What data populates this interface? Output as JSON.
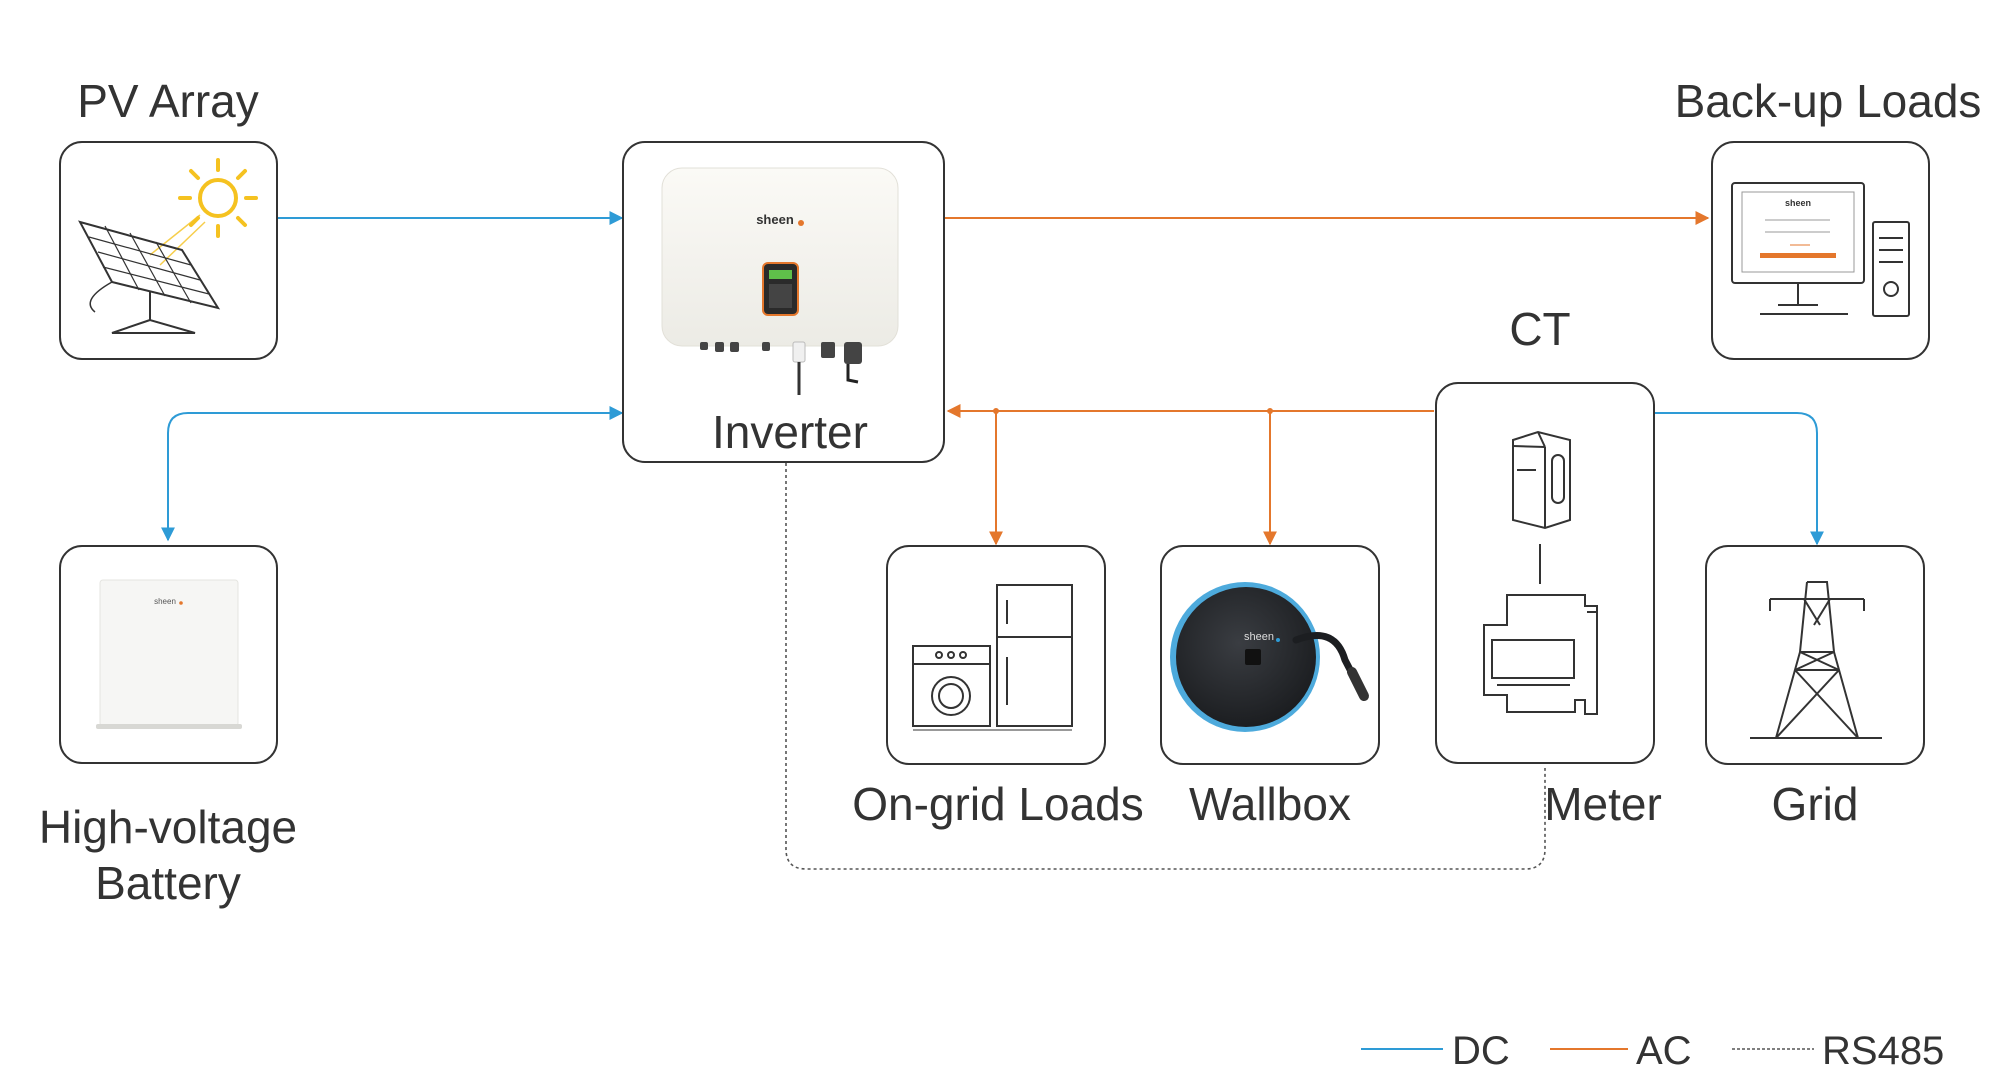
{
  "labels": {
    "pv_array": "PV Array",
    "inverter": "Inverter",
    "backup_loads": "Back-up Loads",
    "battery_line1": "High-voltage",
    "battery_line2": "Battery",
    "ongrid_loads": "On-grid Loads",
    "wallbox": "Wallbox",
    "ct": "CT",
    "meter": "Meter",
    "grid": "Grid"
  },
  "brand": "sheen",
  "legend": [
    {
      "label": "DC",
      "color": "#2e9bd6",
      "style": "solid"
    },
    {
      "label": "AC",
      "color": "#e4772c",
      "style": "solid"
    },
    {
      "label": "RS485",
      "color": "#555555",
      "style": "dotted"
    }
  ],
  "colors": {
    "dc": "#2e9bd6",
    "ac": "#e4772c",
    "rs485": "#555555",
    "sun": "#f5c220",
    "screen_accent": "#e4772c"
  },
  "icons": {
    "pv": "solar-panel-icon",
    "backup": "desktop-computer-icon",
    "battery": "battery-unit-icon",
    "ongrid": "appliances-icon",
    "wallbox": "ev-charger-icon",
    "meter": "meter-ct-icon",
    "grid": "transmission-tower-icon"
  }
}
